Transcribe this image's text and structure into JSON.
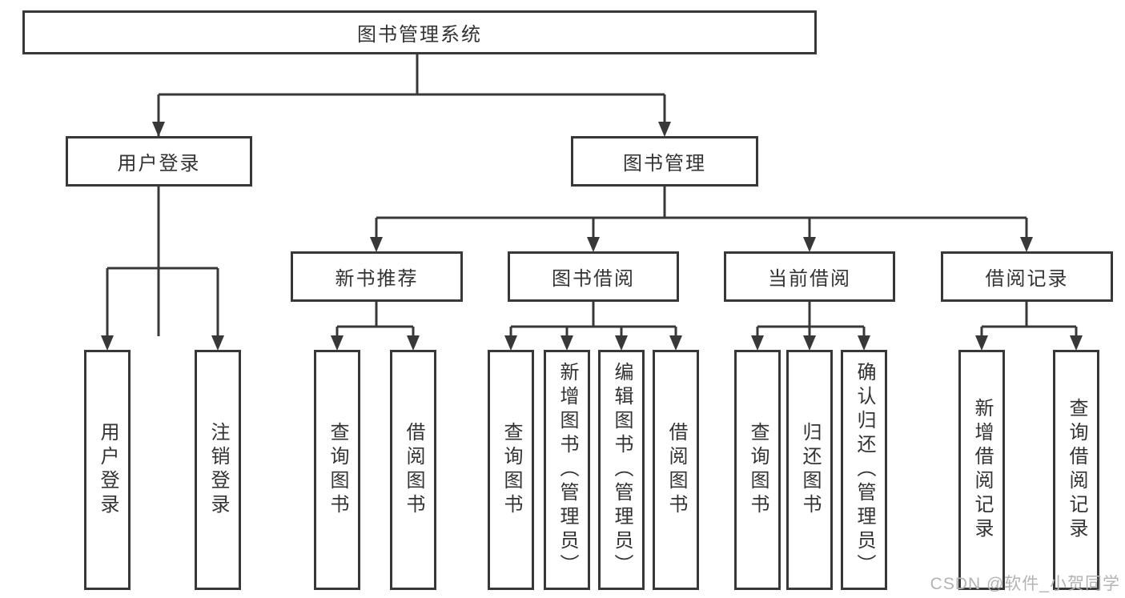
{
  "tree": {
    "root": {
      "label": "图书管理系统"
    },
    "branches": [
      {
        "label": "用户登录",
        "children": [
          {
            "label": "用户登录"
          },
          {
            "label": "注销登录"
          }
        ]
      },
      {
        "label": "图书管理",
        "children": [
          {
            "label": "新书推荐",
            "children": [
              {
                "label": "查询图书"
              },
              {
                "label": "借阅图书"
              }
            ]
          },
          {
            "label": "图书借阅",
            "children": [
              {
                "label": "查询图书"
              },
              {
                "label": "新增图书（管理员）"
              },
              {
                "label": "编辑图书（管理员）"
              },
              {
                "label": "借阅图书"
              }
            ]
          },
          {
            "label": "当前借阅",
            "children": [
              {
                "label": "查询图书"
              },
              {
                "label": "归还图书"
              },
              {
                "label": "确认归还（管理员）"
              }
            ]
          },
          {
            "label": "借阅记录",
            "children": [
              {
                "label": "新增借阅记录"
              },
              {
                "label": "查询借阅记录"
              }
            ]
          }
        ]
      }
    ]
  },
  "watermark": "CSDN @软件_小贺同学",
  "colors": {
    "line": "#383838",
    "text": "#333333",
    "background": "#ffffff",
    "watermark": "#b3b3b3"
  }
}
